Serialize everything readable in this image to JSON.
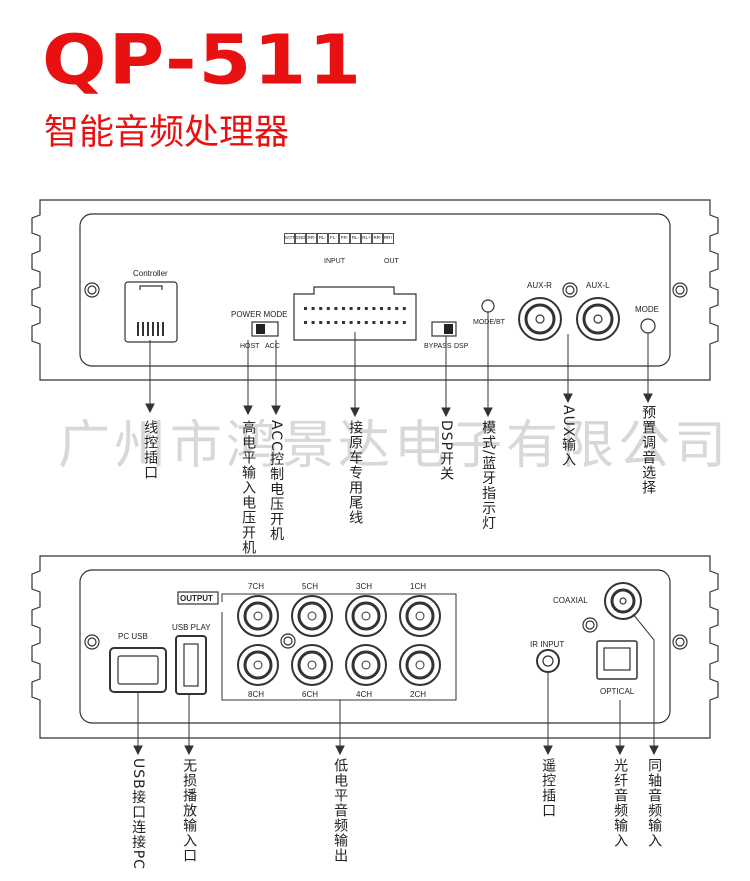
{
  "title": "QP-511",
  "subtitle": "智能音频处理器",
  "watermark": "广州市鸿景达电子有限公司",
  "front_panel": {
    "controller": "Controller",
    "power_mode": "POWER MODE",
    "host": "HOST",
    "acc": "ACC",
    "bypass": "BYPASS",
    "dsp": "DSP",
    "mode_bt": "MODE/BT",
    "aux_r": "AUX-R",
    "aux_l": "AUX-L",
    "mode": "MODE",
    "input_label": "INPUT",
    "out_label": "OUT",
    "pins_top": [
      "REM IN",
      "REM OUT",
      "RR+",
      "RL+",
      "FL+",
      "FR+",
      "FR-",
      "FR+",
      "FL-",
      "FL+"
    ],
    "pins_bottom": [
      "BATT",
      "GND",
      "RR-",
      "RL-",
      "FL-",
      "FR-",
      "RL-",
      "RL+",
      "RR-",
      "RR+"
    ]
  },
  "rear_panel": {
    "pc_usb": "PC USB",
    "usb_play": "USB PLAY",
    "output": "OUTPUT",
    "ch_top": [
      "7CH",
      "5CH",
      "3CH",
      "1CH"
    ],
    "ch_bottom": [
      "8CH",
      "6CH",
      "4CH",
      "2CH"
    ],
    "coaxial": "COAXIAL",
    "ir_input": "IR INPUT",
    "optical": "OPTICAL"
  },
  "callouts_top": {
    "controller_port": "线控插口",
    "high_level_power": "高电平输入电压开机",
    "acc_power": "ACC控制电压开机",
    "harness": "接原车专用尾线",
    "dsp_switch": "DSP开关",
    "mode_bt_light": "模式/蓝牙指示灯",
    "aux_input": "AUX输入",
    "preset_select": "预置调音选择"
  },
  "callouts_bottom": {
    "usb_pc": "USB接口连接PC",
    "lossless_usb": "无损播放输入口",
    "low_level_out": "低电平音频输出",
    "ir_port": "遥控插口",
    "optical_in": "光纤音频输入",
    "coaxial_in": "同轴音频输入"
  },
  "colors": {
    "brand_red": "#e81010",
    "line": "#333333"
  }
}
